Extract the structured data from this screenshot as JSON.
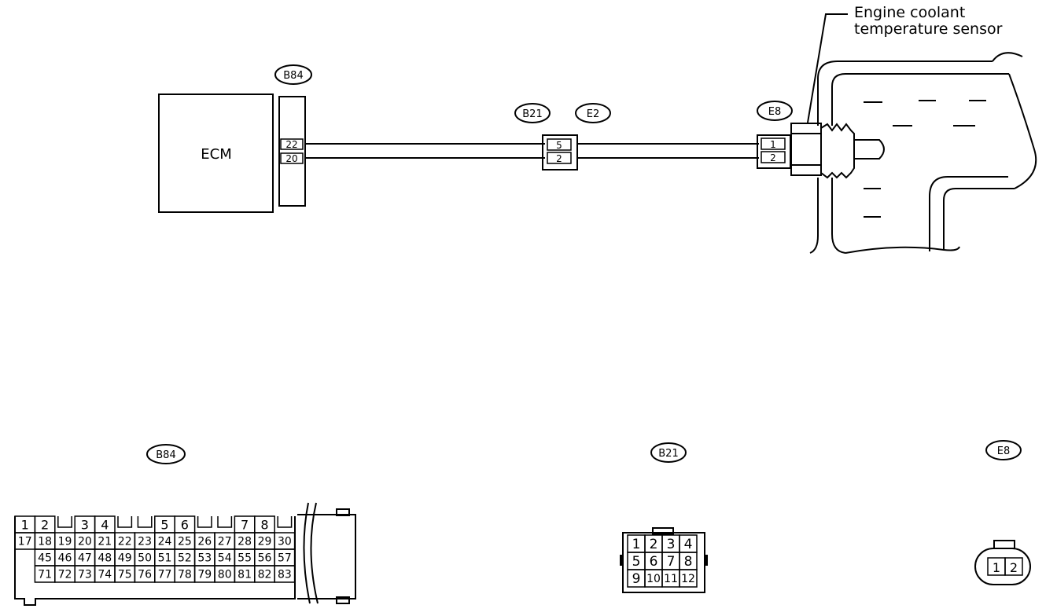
{
  "colors": {
    "line": "#000000",
    "background": "#ffffff"
  },
  "ecm": {
    "label": "ECM"
  },
  "connectors_top": {
    "b84": {
      "code": "B84",
      "pins": [
        "22",
        "20"
      ]
    },
    "b21": {
      "code": "B21",
      "pins": [
        "5",
        "2"
      ]
    },
    "e2": {
      "code": "E2"
    },
    "e8": {
      "code": "E8",
      "pins": [
        "1",
        "2"
      ]
    }
  },
  "sensor": {
    "label_line1": "Engine coolant",
    "label_line2": "temperature sensor"
  },
  "faces": {
    "b84": {
      "code": "B84",
      "row1": [
        "1",
        "2",
        "3",
        "4",
        "5",
        "6",
        "7",
        "8"
      ],
      "row2": [
        "17",
        "18",
        "19",
        "20",
        "21",
        "22",
        "23",
        "24",
        "25",
        "26",
        "27",
        "28",
        "29",
        "30"
      ],
      "row3": [
        "45",
        "46",
        "47",
        "48",
        "49",
        "50",
        "51",
        "52",
        "53",
        "54",
        "55",
        "56",
        "57"
      ],
      "row4": [
        "71",
        "72",
        "73",
        "74",
        "75",
        "76",
        "77",
        "78",
        "79",
        "80",
        "81",
        "82",
        "83"
      ]
    },
    "b21": {
      "code": "B21",
      "pins": [
        "1",
        "2",
        "3",
        "4",
        "5",
        "6",
        "7",
        "8",
        "9",
        "10",
        "11",
        "12"
      ]
    },
    "e8": {
      "code": "E8",
      "pins": [
        "1",
        "2"
      ]
    }
  }
}
